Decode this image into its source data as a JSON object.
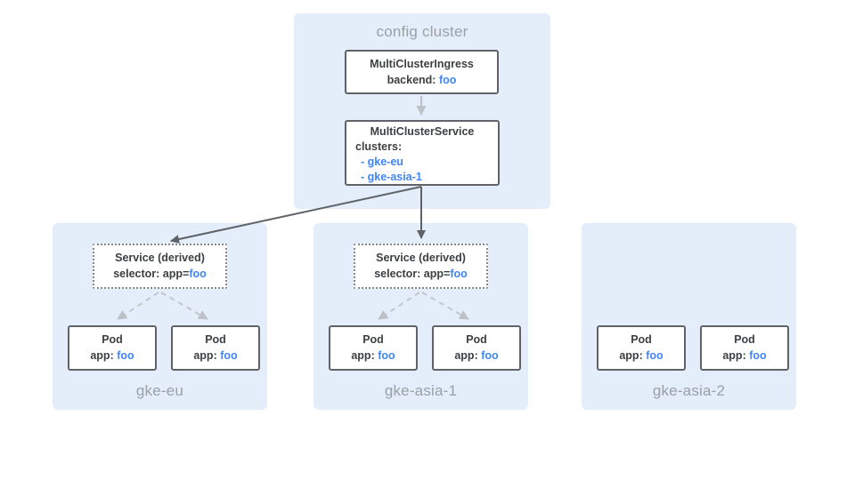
{
  "colors": {
    "panel_blue": "#e3eefa",
    "box_border_gray": "#5f6368",
    "box_background": "#ffffff",
    "text_dark": "#3c4043",
    "text_gray": "#9aa0a6",
    "link_blue": "#4285f4",
    "arrow_dark": "#5f6368",
    "arrow_light": "#bdc1c6",
    "dotted_border_gray": "#80868b"
  },
  "config_cluster": {
    "title": "config cluster",
    "multi_cluster_ingress": {
      "name": "MultiClusterIngress",
      "backend_label": "backend: ",
      "backend_value": "foo"
    },
    "multi_cluster_service": {
      "name": "MultiClusterService",
      "clusters_label": "clusters:",
      "cluster_items": [
        "- gke-eu",
        "- gke-asia-1"
      ]
    }
  },
  "clusters": [
    {
      "name": "gke-eu",
      "service": {
        "title": "Service (derived)",
        "selector_label": "selector: app=",
        "selector_value": "foo"
      },
      "pods": [
        {
          "name": "Pod",
          "app_label": "app: ",
          "app_value": "foo"
        },
        {
          "name": "Pod",
          "app_label": "app: ",
          "app_value": "foo"
        }
      ]
    },
    {
      "name": "gke-asia-1",
      "service": {
        "title": "Service (derived)",
        "selector_label": "selector: app=",
        "selector_value": "foo"
      },
      "pods": [
        {
          "name": "Pod",
          "app_label": "app: ",
          "app_value": "foo"
        },
        {
          "name": "Pod",
          "app_label": "app: ",
          "app_value": "foo"
        }
      ]
    },
    {
      "name": "gke-asia-2",
      "pods": [
        {
          "name": "Pod",
          "app_label": "app: ",
          "app_value": "foo"
        },
        {
          "name": "Pod",
          "app_label": "app: ",
          "app_value": "foo"
        }
      ]
    }
  ]
}
